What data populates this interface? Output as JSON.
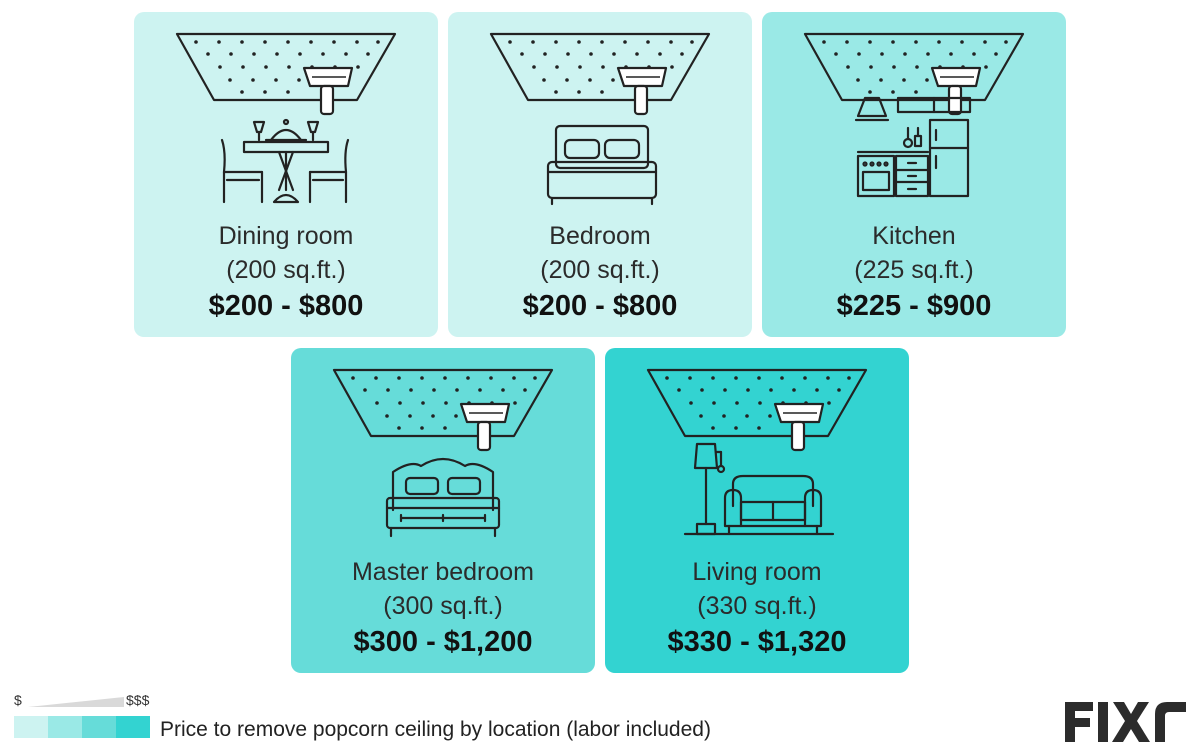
{
  "rooms": [
    {
      "name": "Dining room",
      "size": "(200 sq.ft.)",
      "price": "$200 - $800",
      "color": "#cdf3f1",
      "icon": "dining-table-icon"
    },
    {
      "name": "Bedroom",
      "size": "(200 sq.ft.)",
      "price": "$200 - $800",
      "color": "#cdf3f1",
      "icon": "bed-icon"
    },
    {
      "name": "Kitchen",
      "size": "(225 sq.ft.)",
      "price": "$225 - $900",
      "color": "#9ae9e6",
      "icon": "kitchen-icon"
    },
    {
      "name": "Master bedroom",
      "size": "(300 sq.ft.)",
      "price": "$300 - $1,200",
      "color": "#66dcd9",
      "icon": "master-bed-icon"
    },
    {
      "name": "Living room",
      "size": "(330 sq.ft.)",
      "price": "$330 - $1,320",
      "color": "#33d3d1",
      "icon": "living-room-icon"
    }
  ],
  "legend": {
    "low_label": "$",
    "high_label": "$$$",
    "caption": "Price to remove popcorn ceiling by location (labor included)",
    "swatch_colors": [
      "#cdf3f1",
      "#9ae9e6",
      "#66dcd9",
      "#33d3d1"
    ]
  },
  "logo": {
    "text": "FIXR",
    "color": "#2c2c2c"
  }
}
